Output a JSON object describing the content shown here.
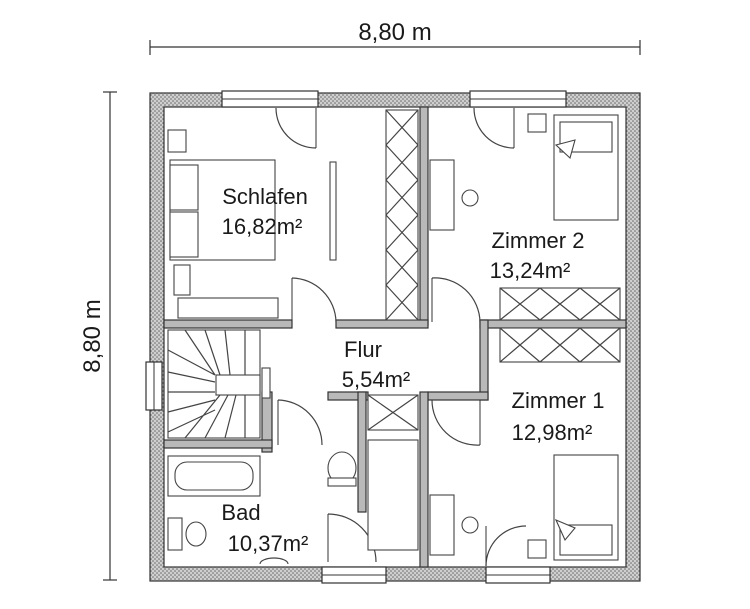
{
  "dimensions": {
    "width_label": "8,80 m",
    "height_label": "8,80 m"
  },
  "rooms": {
    "schlafen": {
      "name": "Schlafen",
      "area": "16,82m²"
    },
    "zimmer2": {
      "name": "Zimmer 2",
      "area": "13,24m²"
    },
    "flur": {
      "name": "Flur",
      "area": "5,54m²"
    },
    "zimmer1": {
      "name": "Zimmer 1",
      "area": "12,98m²"
    },
    "bad": {
      "name": "Bad",
      "area": "10,37m²"
    }
  },
  "colors": {
    "wall_fill": "#b9b9b9",
    "line": "#333333",
    "background": "#ffffff"
  }
}
